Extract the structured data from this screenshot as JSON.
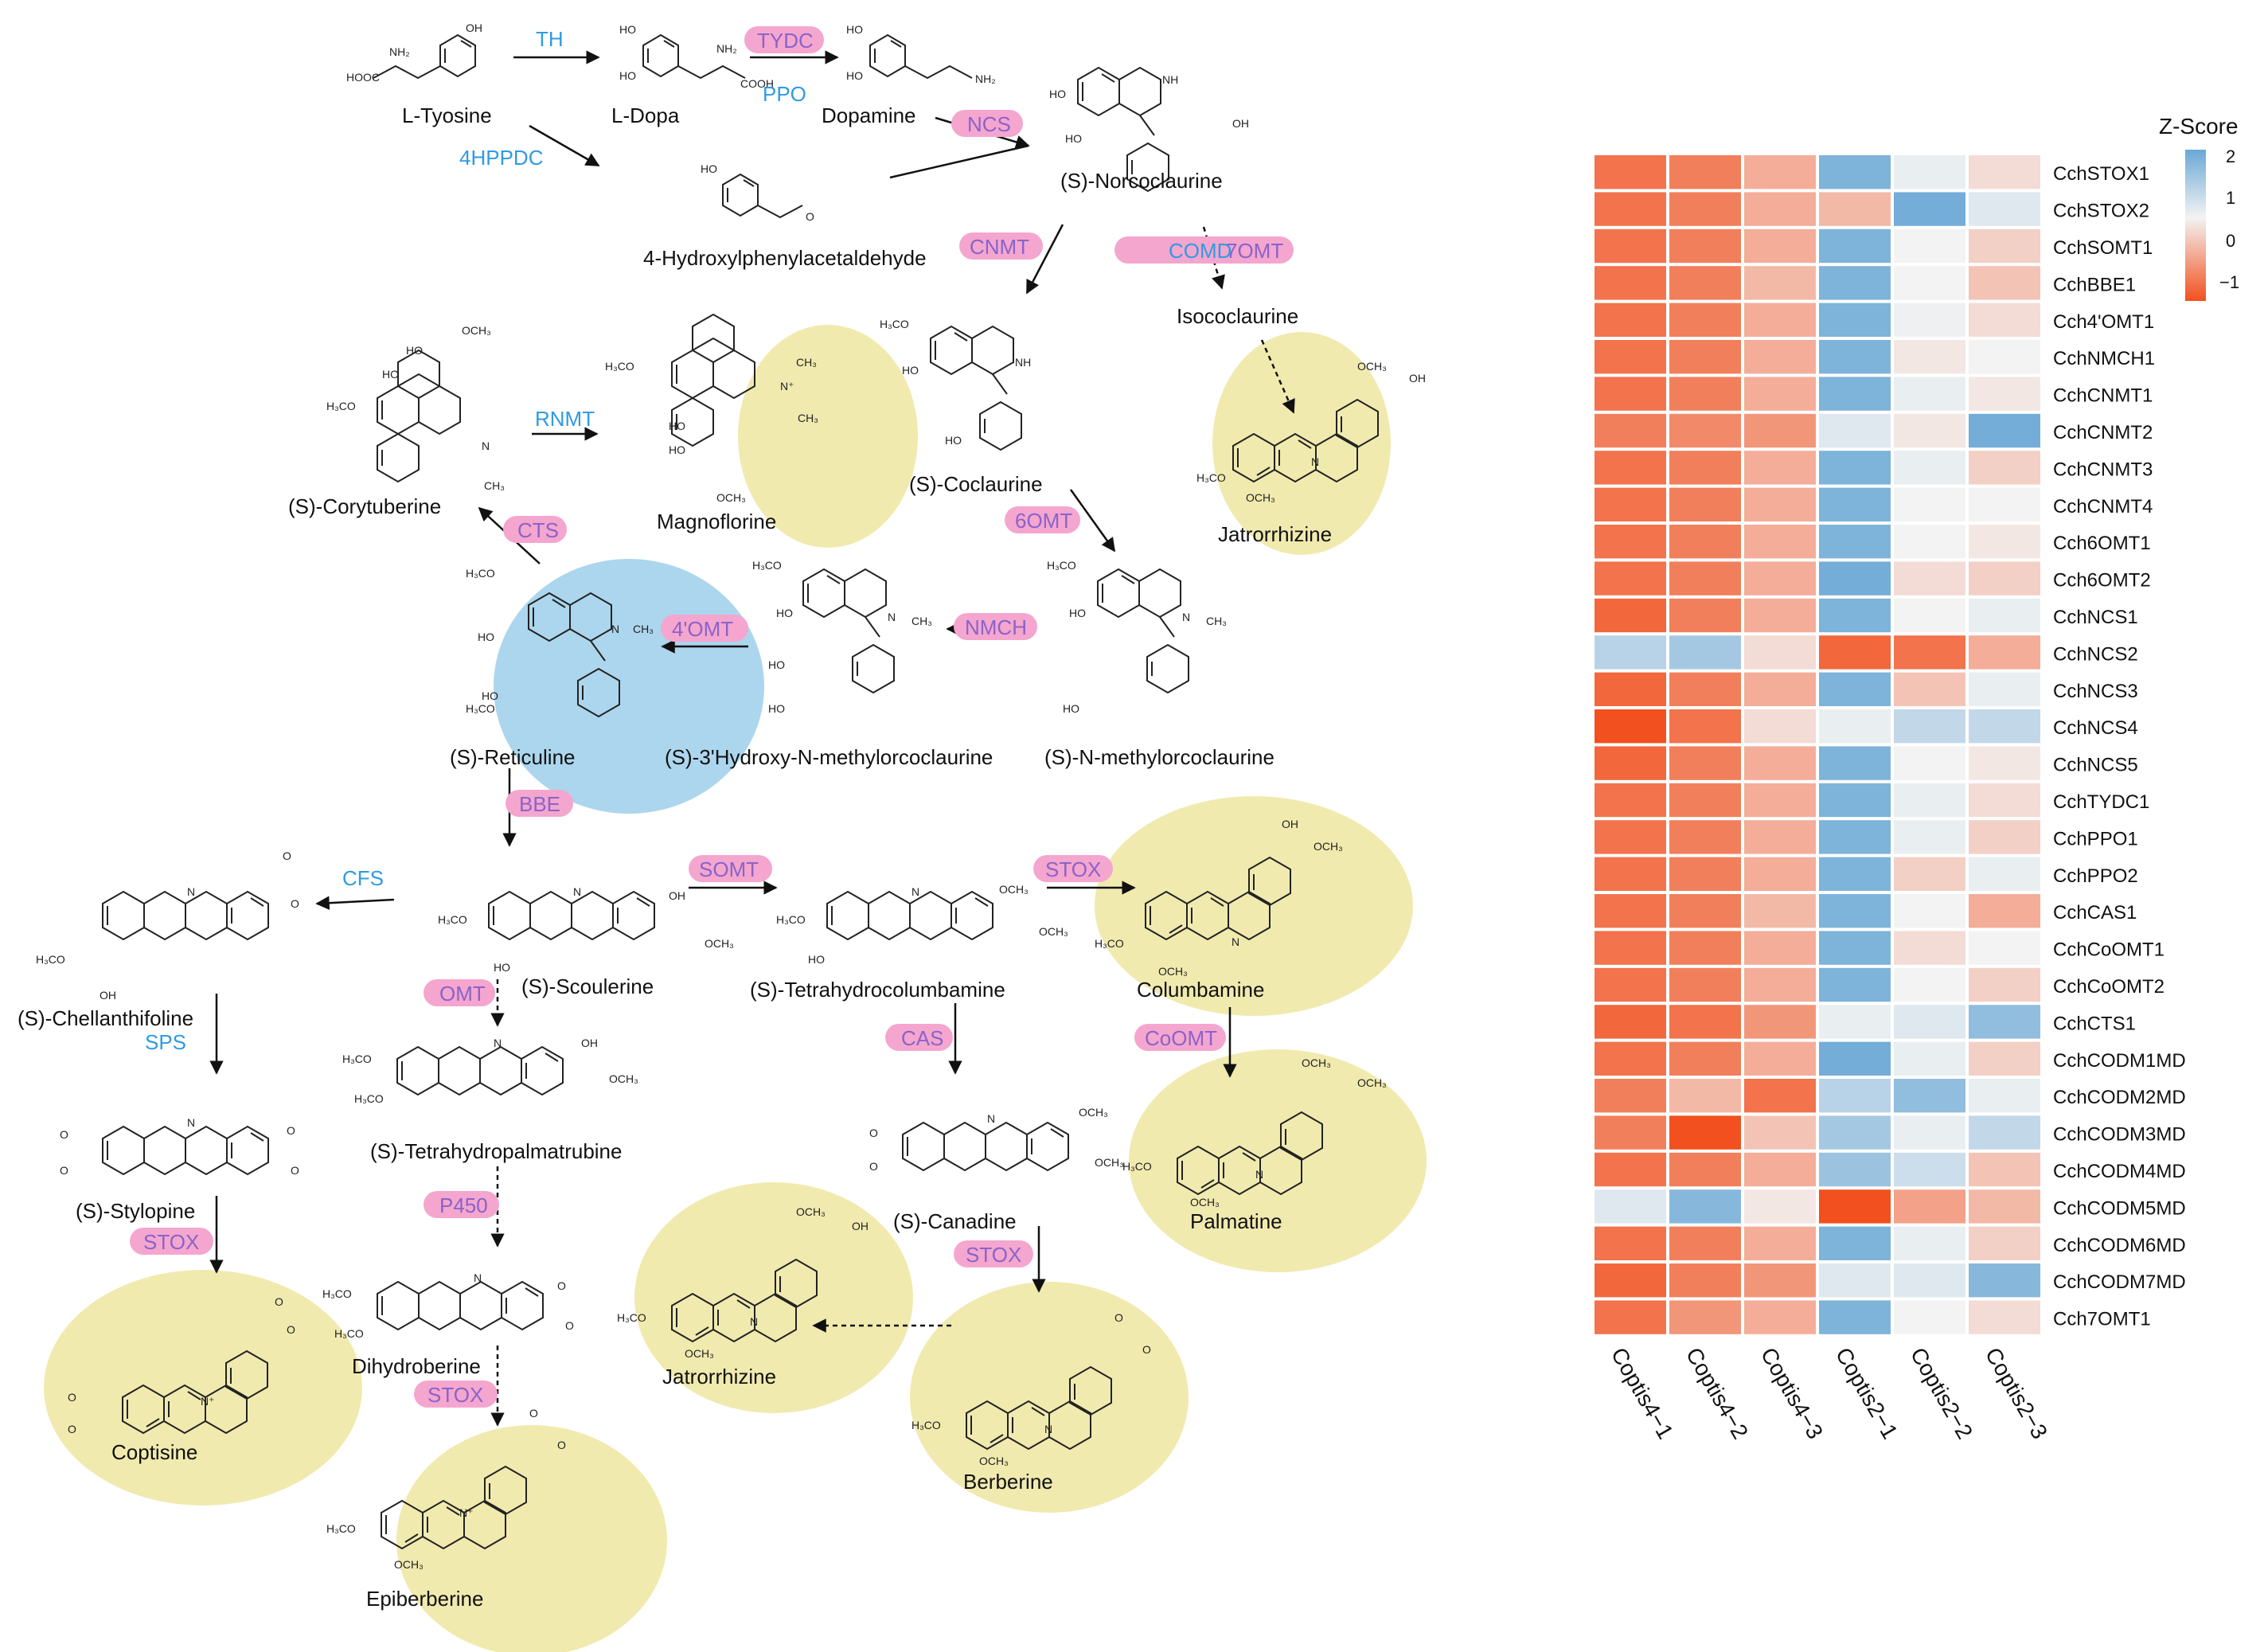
{
  "colors": {
    "enzyme_pill": "#f4a6cf",
    "enzyme_text_purple": "#8a63c9",
    "enzyme_text_blue": "#2f9be3",
    "highlight_yellow": "#efe8a6",
    "highlight_blue": "#a8d4ec",
    "heat_low": "#f2501e",
    "heat_mid": "#f3f3f3",
    "heat_high": "#6aa8d6"
  },
  "compounds": [
    {
      "id": "ltyr",
      "label": "L-Tyosine"
    },
    {
      "id": "ldopa",
      "label": "L-Dopa"
    },
    {
      "id": "dopamine",
      "label": "Dopamine"
    },
    {
      "id": "norcoc",
      "label": "(S)-Norcoclaurine"
    },
    {
      "id": "hppa",
      "label": "4-Hydroxylphenylacetaldehyde"
    },
    {
      "id": "isococ",
      "label": "Isococlaurine"
    },
    {
      "id": "jatr1",
      "label": "Jatrorrhizine"
    },
    {
      "id": "coryt",
      "label": "(S)-Corytuberine"
    },
    {
      "id": "magno",
      "label": "Magnoflorine"
    },
    {
      "id": "coclaur",
      "label": "(S)-Coclaurine"
    },
    {
      "id": "retic",
      "label": "(S)-Reticuline"
    },
    {
      "id": "hnmc",
      "label": "(S)-3'Hydroxy-N-methylorcoclaurine"
    },
    {
      "id": "nmc",
      "label": "(S)-N-methylorcoclaurine"
    },
    {
      "id": "chel",
      "label": "(S)-Chellanthifoline"
    },
    {
      "id": "scoul",
      "label": "(S)-Scoulerine"
    },
    {
      "id": "thc",
      "label": "(S)-Tetrahydrocolumbamine"
    },
    {
      "id": "columb",
      "label": "Columbamine"
    },
    {
      "id": "stylo",
      "label": "(S)-Stylopine"
    },
    {
      "id": "thp",
      "label": "(S)-Tetrahydropalmatrubine"
    },
    {
      "id": "canad",
      "label": "(S)-Canadine"
    },
    {
      "id": "palm",
      "label": "Palmatine"
    },
    {
      "id": "copt",
      "label": "Coptisine"
    },
    {
      "id": "dihyd",
      "label": "Dihydroberine"
    },
    {
      "id": "jatr2",
      "label": "Jatrorrhizine"
    },
    {
      "id": "berb",
      "label": "Berberine"
    },
    {
      "id": "epib",
      "label": "Epiberberine"
    }
  ],
  "enzymes": [
    {
      "id": "th",
      "label": "TH",
      "pill": false
    },
    {
      "id": "tydc",
      "label": "TYDC",
      "pill": true
    },
    {
      "id": "ppo",
      "label": "PPO",
      "pill": false
    },
    {
      "id": "4hppdc",
      "label": "4HPPDC",
      "pill": false
    },
    {
      "id": "ncs",
      "label": "NCS",
      "pill": true
    },
    {
      "id": "cnmt",
      "label": "CNMT",
      "pill": true
    },
    {
      "id": "comd",
      "label": "COMD",
      "pill": true
    },
    {
      "id": "7omt",
      "label": "7OMT",
      "pill": true
    },
    {
      "id": "rnmt",
      "label": "RNMT",
      "pill": false
    },
    {
      "id": "cts",
      "label": "CTS",
      "pill": true
    },
    {
      "id": "6omt",
      "label": "6OMT",
      "pill": true
    },
    {
      "id": "4omt",
      "label": "4'OMT",
      "pill": true
    },
    {
      "id": "nmch",
      "label": "NMCH",
      "pill": true
    },
    {
      "id": "bbe",
      "label": "BBE",
      "pill": true
    },
    {
      "id": "cfs",
      "label": "CFS",
      "pill": false
    },
    {
      "id": "somt",
      "label": "SOMT",
      "pill": true
    },
    {
      "id": "stox1",
      "label": "STOX",
      "pill": true
    },
    {
      "id": "sps",
      "label": "SPS",
      "pill": false
    },
    {
      "id": "omt",
      "label": "OMT",
      "pill": true
    },
    {
      "id": "cas",
      "label": "CAS",
      "pill": true
    },
    {
      "id": "coomt",
      "label": "CoOMT",
      "pill": true
    },
    {
      "id": "p450",
      "label": "P450",
      "pill": true
    },
    {
      "id": "stox2",
      "label": "STOX",
      "pill": true
    },
    {
      "id": "stox3",
      "label": "STOX",
      "pill": true
    },
    {
      "id": "stox4",
      "label": "STOX",
      "pill": true
    }
  ],
  "heatmap": {
    "legend": {
      "title": "Z-Score",
      "ticks": [
        "2",
        "1",
        "0",
        "−1"
      ]
    },
    "samples": [
      "Coptis4−1",
      "Coptis4−2",
      "Coptis4−3",
      "Coptis2−1",
      "Coptis2−2",
      "Coptis2−3"
    ],
    "rows": [
      {
        "gene": "CchSTOX1",
        "z": [
          -1.1,
          -1.0,
          -0.6,
          1.2,
          0.1,
          -0.2
        ]
      },
      {
        "gene": "CchSTOX2",
        "z": [
          -1.1,
          -1.0,
          -0.6,
          -0.5,
          1.3,
          0.2
        ]
      },
      {
        "gene": "CchSOMT1",
        "z": [
          -1.1,
          -1.0,
          -0.6,
          1.2,
          0.0,
          -0.3
        ]
      },
      {
        "gene": "CchBBE1",
        "z": [
          -1.1,
          -1.0,
          -0.5,
          1.2,
          0.0,
          -0.4
        ]
      },
      {
        "gene": "Cch4'OMT1",
        "z": [
          -1.1,
          -1.0,
          -0.6,
          1.2,
          0.05,
          -0.2
        ]
      },
      {
        "gene": "CchNMCH1",
        "z": [
          -1.1,
          -1.0,
          -0.6,
          1.2,
          -0.1,
          0.0
        ]
      },
      {
        "gene": "CchCNMT1",
        "z": [
          -1.1,
          -1.0,
          -0.6,
          1.2,
          0.1,
          -0.1
        ]
      },
      {
        "gene": "CchCNMT2",
        "z": [
          -1.0,
          -0.9,
          -0.8,
          0.2,
          -0.1,
          1.3
        ]
      },
      {
        "gene": "CchCNMT3",
        "z": [
          -1.1,
          -1.0,
          -0.6,
          1.2,
          0.1,
          -0.3
        ]
      },
      {
        "gene": "CchCNMT4",
        "z": [
          -1.1,
          -1.0,
          -0.6,
          1.2,
          0.0,
          0.0
        ]
      },
      {
        "gene": "Cch6OMT1",
        "z": [
          -1.1,
          -1.0,
          -0.6,
          1.2,
          0.0,
          -0.1
        ]
      },
      {
        "gene": "Cch6OMT2",
        "z": [
          -1.1,
          -1.0,
          -0.6,
          1.3,
          -0.2,
          -0.3
        ]
      },
      {
        "gene": "CchNCS1",
        "z": [
          -1.2,
          -1.0,
          -0.6,
          1.2,
          0.0,
          0.1
        ]
      },
      {
        "gene": "CchNCS2",
        "z": [
          0.6,
          0.8,
          -0.2,
          -1.2,
          -1.1,
          -0.6
        ]
      },
      {
        "gene": "CchNCS3",
        "z": [
          -1.2,
          -1.0,
          -0.6,
          1.2,
          -0.4,
          0.1
        ]
      },
      {
        "gene": "CchNCS4",
        "z": [
          -1.5,
          -1.1,
          -0.2,
          0.1,
          0.5,
          0.5
        ]
      },
      {
        "gene": "CchNCS5",
        "z": [
          -1.2,
          -1.0,
          -0.6,
          1.2,
          0.0,
          -0.1
        ]
      },
      {
        "gene": "CchTYDC1",
        "z": [
          -1.1,
          -1.0,
          -0.6,
          1.2,
          0.1,
          -0.2
        ]
      },
      {
        "gene": "CchPPO1",
        "z": [
          -1.1,
          -1.0,
          -0.6,
          1.2,
          0.1,
          -0.3
        ]
      },
      {
        "gene": "CchPPO2",
        "z": [
          -1.1,
          -1.0,
          -0.6,
          1.2,
          -0.3,
          0.1
        ]
      },
      {
        "gene": "CchCAS1",
        "z": [
          -1.1,
          -1.0,
          -0.5,
          1.2,
          0.0,
          -0.6
        ]
      },
      {
        "gene": "CchCoOMT1",
        "z": [
          -1.1,
          -1.0,
          -0.6,
          1.2,
          -0.2,
          0.0
        ]
      },
      {
        "gene": "CchCoOMT2",
        "z": [
          -1.1,
          -1.0,
          -0.6,
          1.2,
          0.0,
          -0.3
        ]
      },
      {
        "gene": "CchCTS1",
        "z": [
          -1.2,
          -1.1,
          -0.8,
          0.1,
          0.2,
          1.0
        ]
      },
      {
        "gene": "CchCODM1MD",
        "z": [
          -1.1,
          -1.0,
          -0.6,
          1.3,
          0.1,
          -0.3
        ]
      },
      {
        "gene": "CchCODM2MD",
        "z": [
          -1.0,
          -0.5,
          -1.1,
          0.6,
          1.0,
          0.1
        ]
      },
      {
        "gene": "CchCODM3MD",
        "z": [
          -1.0,
          -1.4,
          -0.4,
          0.8,
          0.1,
          0.5
        ]
      },
      {
        "gene": "CchCODM4MD",
        "z": [
          -1.1,
          -1.0,
          -0.6,
          0.9,
          0.4,
          -0.4
        ]
      },
      {
        "gene": "CchCODM5MD",
        "z": [
          0.2,
          1.1,
          -0.1,
          -1.4,
          -0.7,
          -0.5
        ]
      },
      {
        "gene": "CchCODM6MD",
        "z": [
          -1.1,
          -1.0,
          -0.6,
          1.2,
          0.1,
          -0.3
        ]
      },
      {
        "gene": "CchCODM7MD",
        "z": [
          -1.2,
          -1.0,
          -0.8,
          0.2,
          0.2,
          1.1
        ]
      },
      {
        "gene": "Cch7OMT1",
        "z": [
          -1.1,
          -0.8,
          -0.6,
          1.2,
          0.0,
          -0.2
        ]
      }
    ]
  }
}
